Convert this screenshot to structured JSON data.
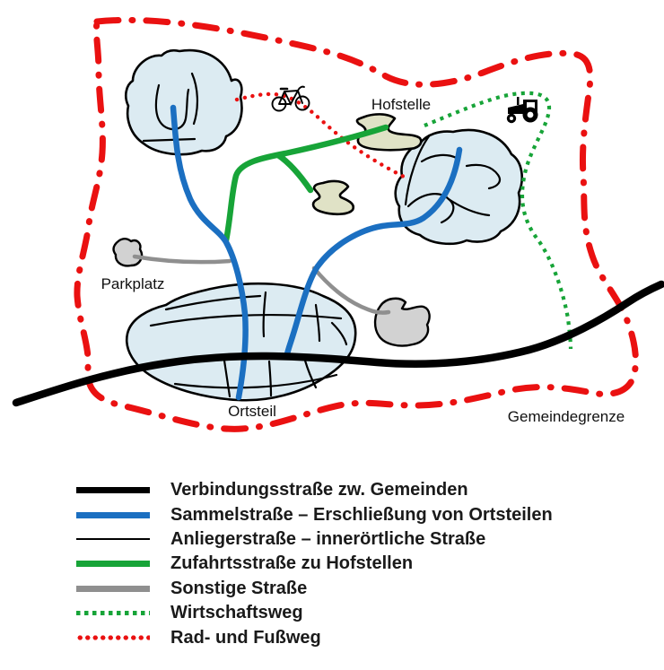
{
  "colors": {
    "boundary_red": "#ea1111",
    "road_blue": "#1b6fc1",
    "road_green": "#17a438",
    "road_gray": "#8f8f8f",
    "road_black": "#000000",
    "settlement_fill": "#dcebf2",
    "farm_fill": "#e0e2c6",
    "gray_area_fill": "#d2d2d2"
  },
  "map": {
    "labels": {
      "hofstelle": "Hofstelle",
      "parkplatz": "Parkplatz",
      "ortsteil": "Ortsteil",
      "gemeindegrenze": "Gemeindegrenze"
    },
    "icons": [
      "bicycle-icon",
      "tractor-icon"
    ]
  },
  "legend": {
    "items": [
      {
        "label": "Verbindungsstraße zw. Gemeinden",
        "style": "thick-black"
      },
      {
        "label": "Sammelstraße – Erschließung von Ortsteilen",
        "style": "thick-blue"
      },
      {
        "label": "Anliegerstraße – innerörtliche Straße",
        "style": "thin-black"
      },
      {
        "label": "Zufahrtsstraße zu Hofstellen",
        "style": "thick-green"
      },
      {
        "label": "Sonstige Straße",
        "style": "thick-gray"
      },
      {
        "label": "Wirtschaftsweg",
        "style": "dotted-green"
      },
      {
        "label": "Rad- und Fußweg",
        "style": "dotted-red"
      }
    ]
  }
}
